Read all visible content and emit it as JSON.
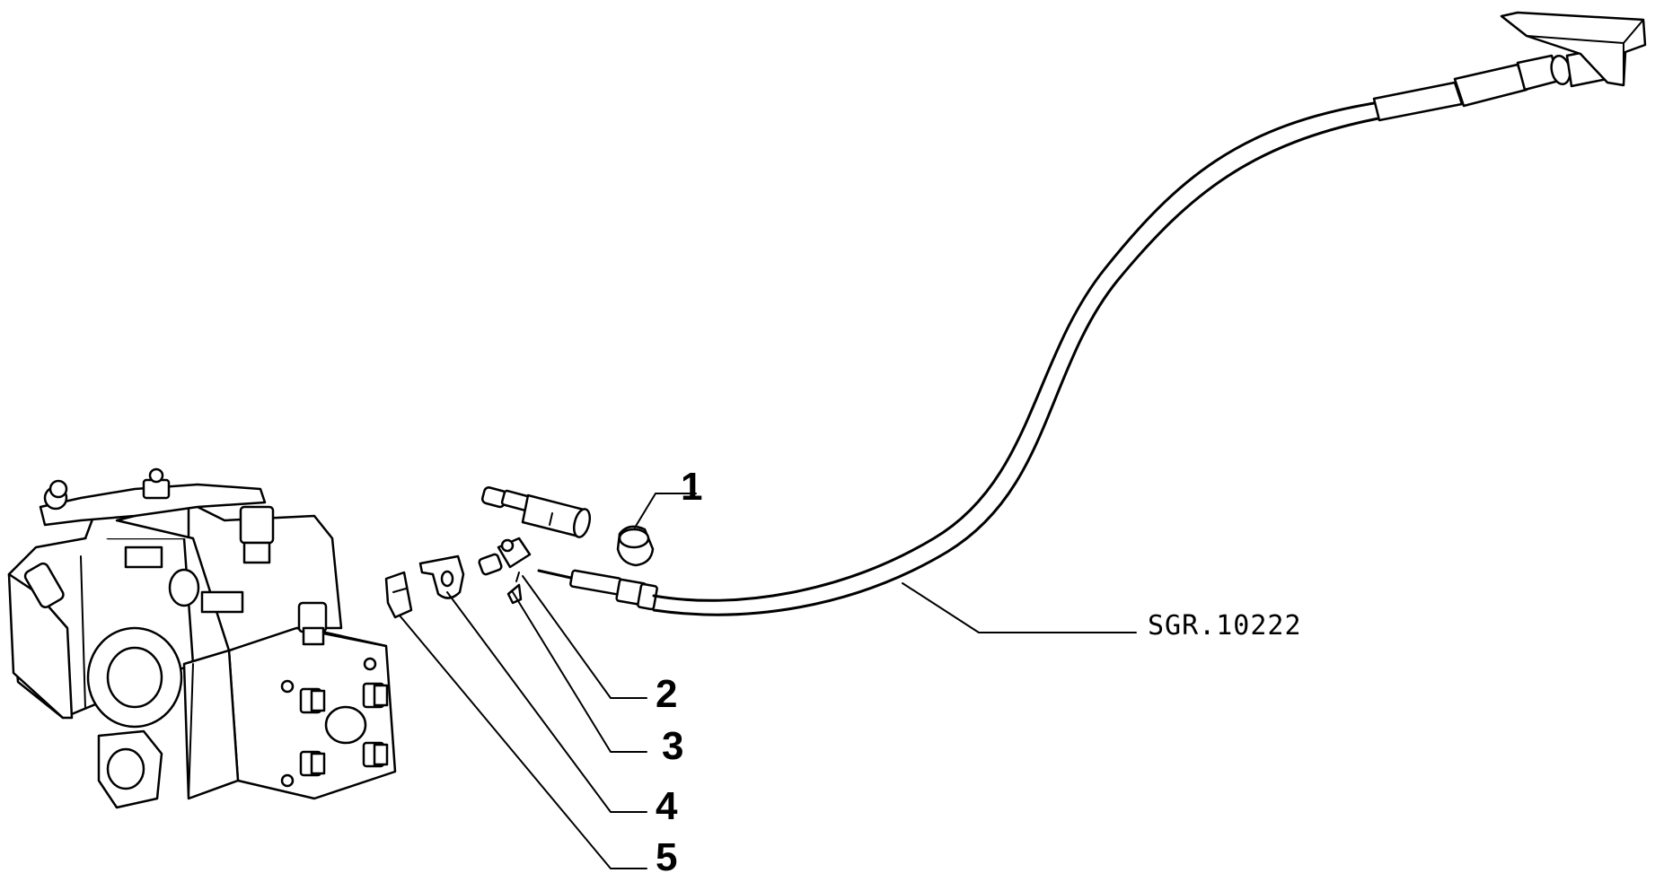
{
  "diagram": {
    "reference_code": "SGR.10222",
    "callouts": [
      {
        "id": "1",
        "label": "1"
      },
      {
        "id": "2",
        "label": "2"
      },
      {
        "id": "3",
        "label": "3"
      },
      {
        "id": "4",
        "label": "4"
      },
      {
        "id": "5",
        "label": "5"
      }
    ],
    "components": {
      "pump": "injection-pump",
      "cable": "accelerator-cable",
      "pedal": "pedal-bracket",
      "sleeve": "sleeve-pin",
      "cap": "cap",
      "swivel": "swivel-fitting",
      "screw": "small-screw",
      "bracket": "mounting-bracket",
      "clip": "spring-clip"
    }
  }
}
